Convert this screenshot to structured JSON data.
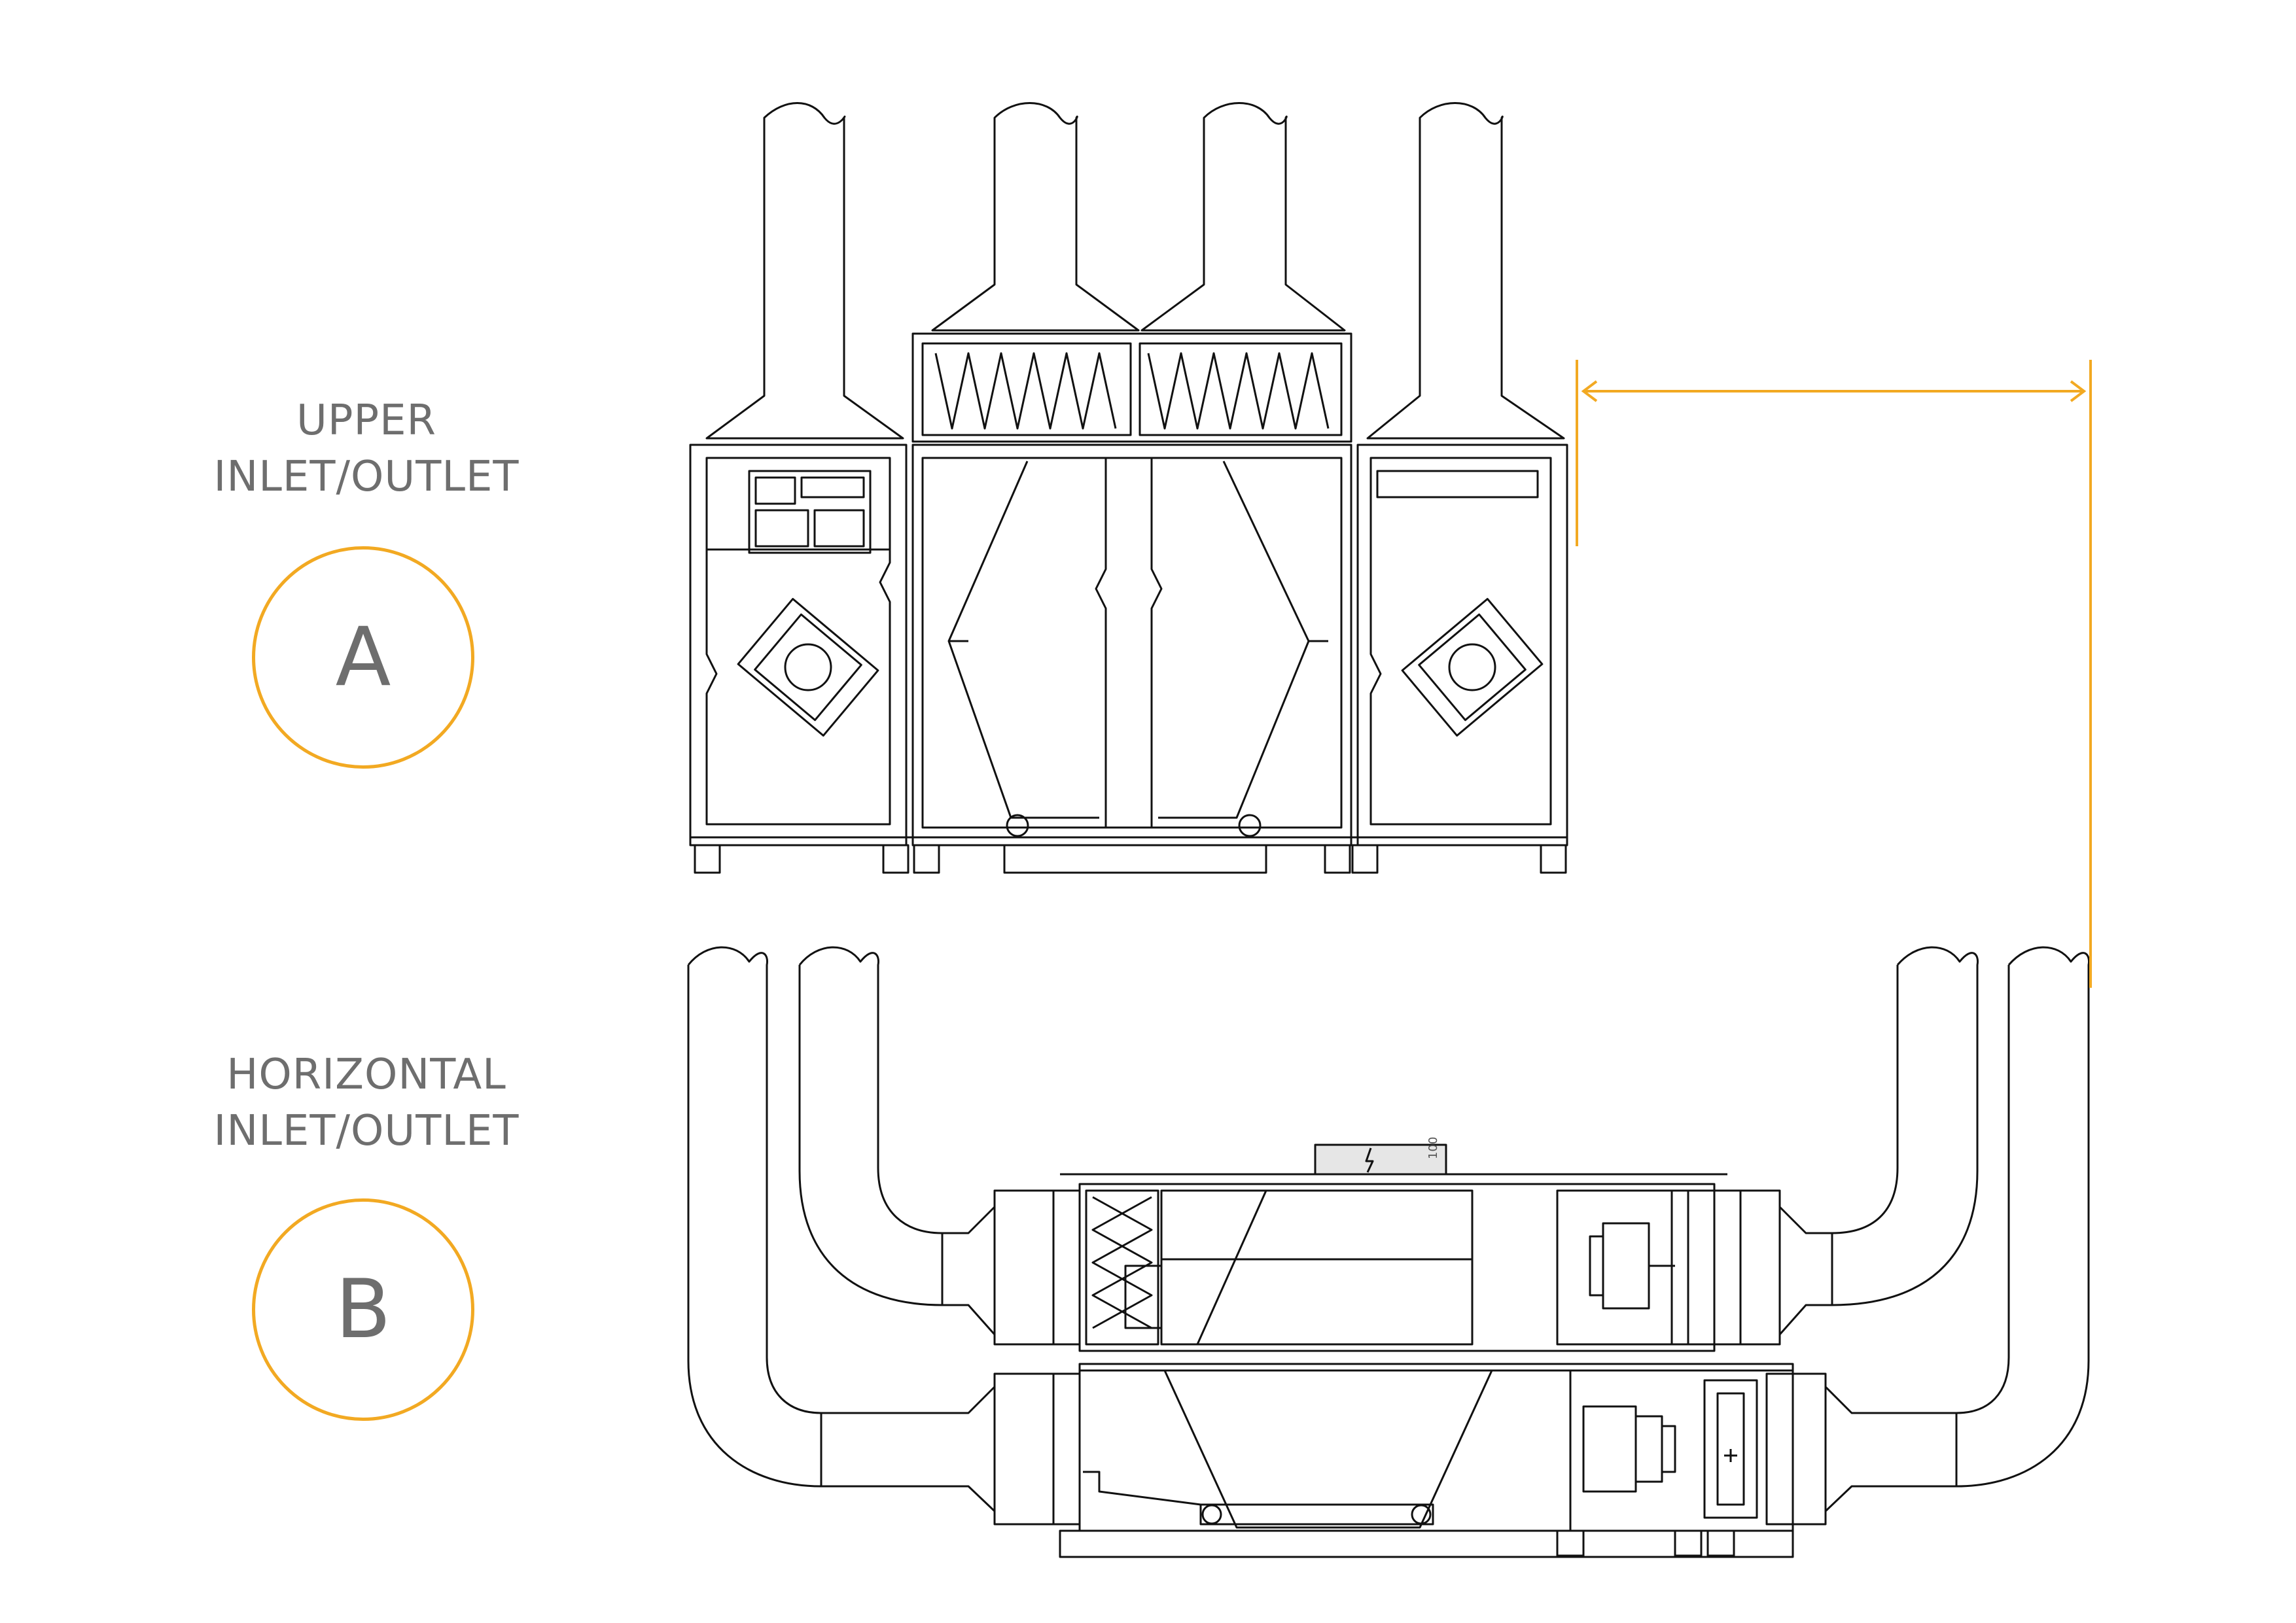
{
  "colors": {
    "accent": "#f2a922",
    "line": "#111111",
    "text": "#6e6e6e"
  },
  "options": [
    {
      "line1": "UPPER",
      "line2": "INLET/OUTLET",
      "letter": "A"
    },
    {
      "line1": "HORIZONTAL",
      "line2": "INLET/OUTLET",
      "letter": "B"
    }
  ],
  "label_100": "100"
}
